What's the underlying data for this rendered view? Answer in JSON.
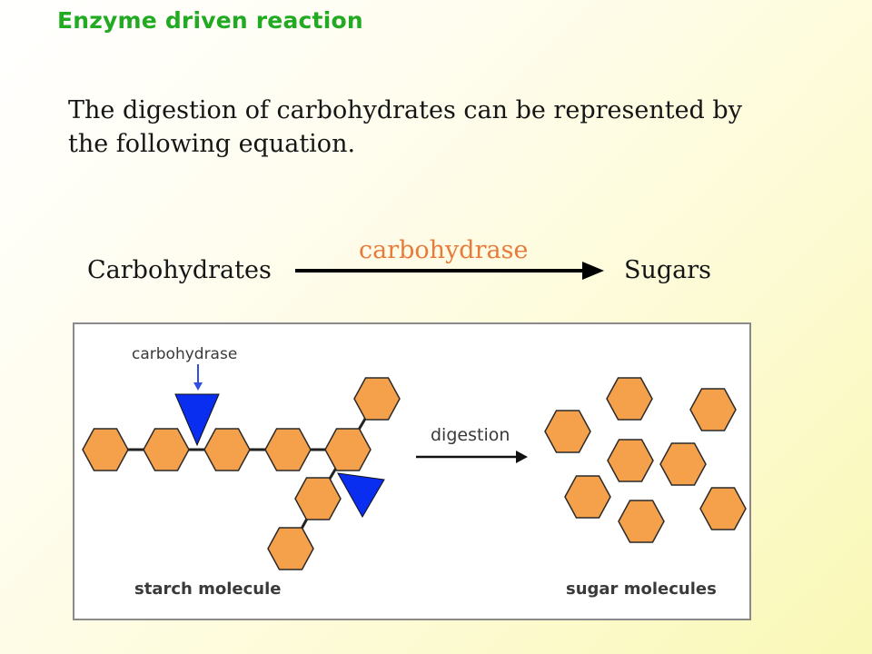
{
  "slide": {
    "title": "Enzyme driven reaction",
    "intro_text": "The digestion of carbohydrates can be represented by the following equation."
  },
  "equation": {
    "reactant": "Carbohydrates",
    "enzyme": "carbohydrase",
    "product": "Sugars"
  },
  "figure": {
    "enzyme_label": "carbohydrase",
    "process_label": "digestion",
    "left_caption": "starch molecule",
    "right_caption": "sugar molecules"
  },
  "colors": {
    "title": "#22aa22",
    "enzyme_text": "#e87a3c",
    "hexagon_fill": "#f5a04a",
    "enzyme_shape": "#0a2ef0"
  }
}
